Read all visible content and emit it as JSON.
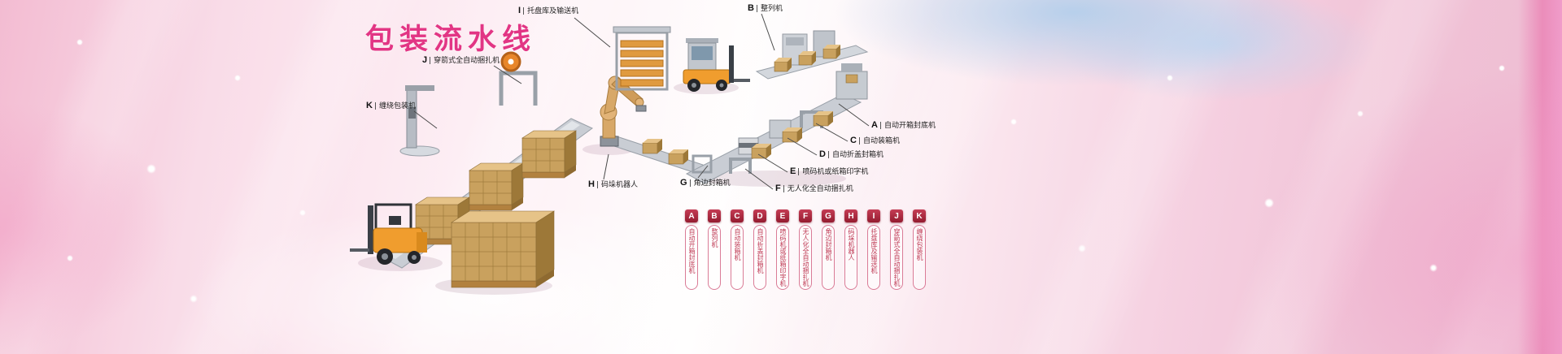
{
  "page": {
    "title": "包装流水线"
  },
  "colors": {
    "title_pink": "#e23584",
    "legend_badge_red": "#a81e35",
    "legend_text_red": "#bf3b55",
    "callout_text": "#222222",
    "machine_gray": "#c6cbd1",
    "carton_tan": "#c9a15e",
    "forklift_orange": "#f09d2e"
  },
  "callouts": [
    {
      "letter": "I",
      "label": "托盘库及输送机"
    },
    {
      "letter": "B",
      "label": "整列机"
    },
    {
      "letter": "J",
      "label": "穿箭式全自动捆扎机"
    },
    {
      "letter": "K",
      "label": "缠绕包装机"
    },
    {
      "letter": "A",
      "label": "自动开箱封底机"
    },
    {
      "letter": "C",
      "label": "自动装箱机"
    },
    {
      "letter": "D",
      "label": "自动折盖封箱机"
    },
    {
      "letter": "E",
      "label": "喷码机或纸箱印字机"
    },
    {
      "letter": "F",
      "label": "无人化全自动捆扎机"
    },
    {
      "letter": "G",
      "label": "角边封箱机"
    },
    {
      "letter": "H",
      "label": "码垛机器人"
    }
  ],
  "legend": {
    "items": [
      {
        "letter": "A",
        "name": "自动开箱封底机"
      },
      {
        "letter": "B",
        "name": "整列机"
      },
      {
        "letter": "C",
        "name": "自动装箱机"
      },
      {
        "letter": "D",
        "name": "自动折盖封箱机"
      },
      {
        "letter": "E",
        "name": "喷码机或纸箱印字机"
      },
      {
        "letter": "F",
        "name": "无人化全自动捆扎机"
      },
      {
        "letter": "G",
        "name": "角边封箱机"
      },
      {
        "letter": "H",
        "name": "码垛机器人"
      },
      {
        "letter": "I",
        "name": "托盘库及输送机"
      },
      {
        "letter": "J",
        "name": "穿箭式全自动捆扎机"
      },
      {
        "letter": "K",
        "name": "缠绕包装机"
      }
    ]
  }
}
